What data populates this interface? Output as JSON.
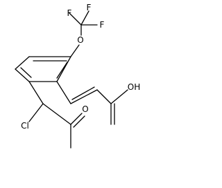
{
  "molecule": {
    "atoms": {
      "f1": "F",
      "f2": "F",
      "f3": "F",
      "o_ether": "O",
      "oh": "OH",
      "o_keto": "O",
      "cl": "Cl"
    },
    "bond_color": "#000000",
    "background_color": "#ffffff"
  }
}
